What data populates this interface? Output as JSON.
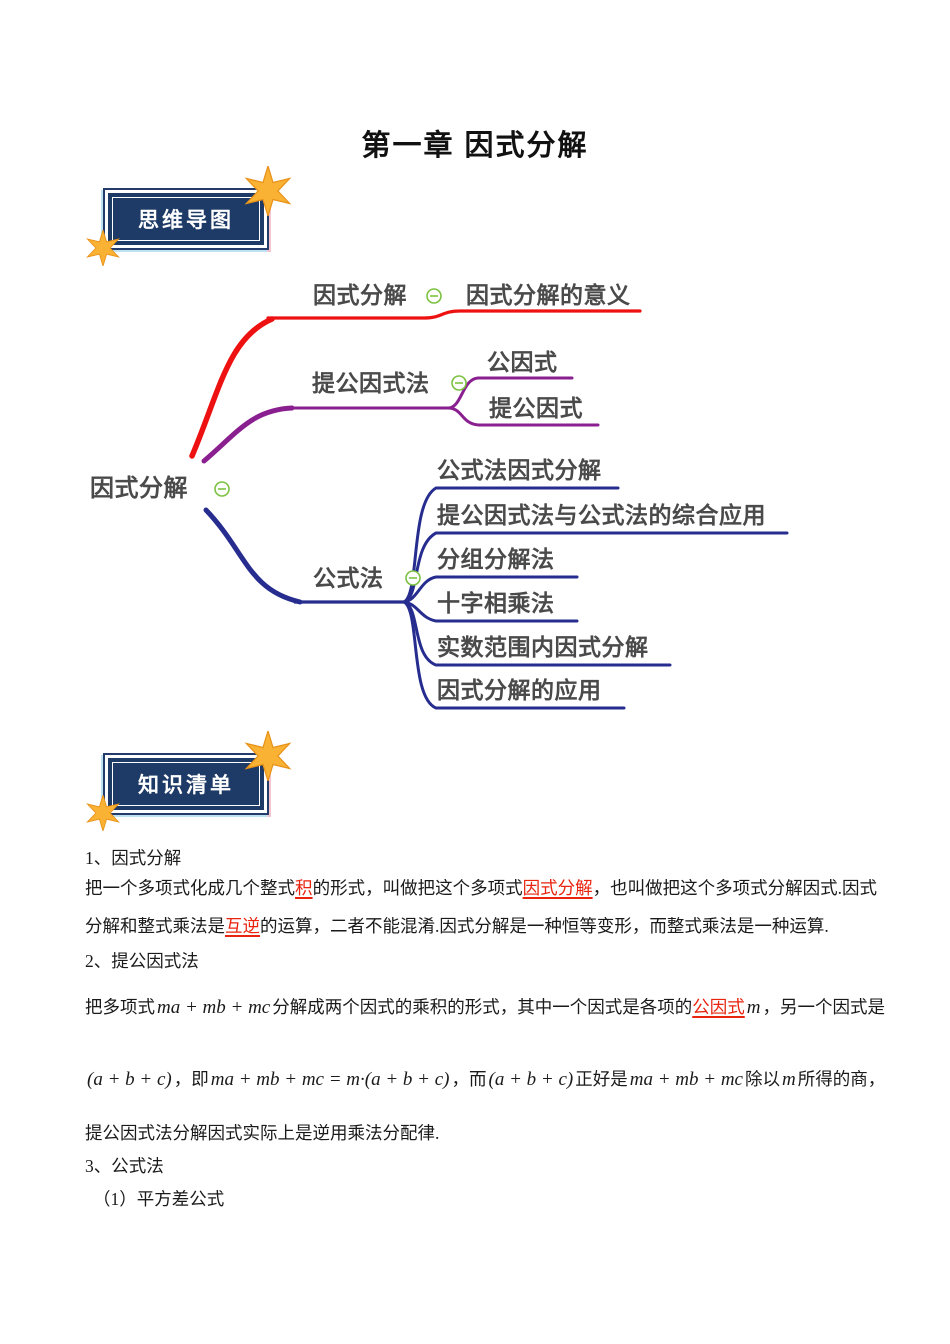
{
  "page": {
    "title": "第一章 因式分解"
  },
  "badges": {
    "mindmap_label": "思维导图",
    "knowledge_label": "知识清单"
  },
  "colors": {
    "badge_bg": "#1e3a66",
    "star_gold": "#f9b233",
    "star_edge": "#e8921a",
    "branch_red": "#ee1111",
    "branch_purple": "#8a1f8f",
    "branch_navy": "#262d8f",
    "collapse_green": "#7cc142",
    "highlight_red": "#e8230e"
  },
  "mindmap": {
    "root": "因式分解",
    "branches": [
      {
        "label": "因式分解",
        "color": "#ee1111",
        "children": [
          "因式分解的意义"
        ]
      },
      {
        "label": "提公因式法",
        "color": "#8a1f8f",
        "children": [
          "公因式",
          "提公因式"
        ]
      },
      {
        "label": "公式法",
        "color": "#262d8f",
        "children": [
          "公式法因式分解",
          "提公因式法与公式法的综合应用",
          "分组分解法",
          "十字相乘法",
          "实数范围内因式分解",
          "因式分解的应用"
        ]
      }
    ],
    "collapse_glyph": "−"
  },
  "content": {
    "s1_head": "1、因式分解",
    "p1": [
      {
        "t": "把一个多项式化成几个整式"
      },
      {
        "t": "积",
        "s": "hl"
      },
      {
        "t": "的形式，叫做把这个多项式"
      },
      {
        "t": "因式分解",
        "s": "hl"
      },
      {
        "t": "，也叫做把这个多项式分解因式.因式分解和整式乘法是"
      },
      {
        "t": "互逆",
        "s": "hl"
      },
      {
        "t": "的运算，二者不能混淆.因式分解是一种恒等变形，而整式乘法是一种运算."
      }
    ],
    "s2_head": "2、提公因式法",
    "p2": [
      {
        "t": "把多项式"
      },
      {
        "t": "ma + mb + mc",
        "s": "m"
      },
      {
        "t": "分解成两个因式的乘积的形式，其中一个因式是各项的"
      },
      {
        "t": "公因式",
        "s": "hl"
      },
      {
        "t": "m",
        "s": "m"
      },
      {
        "t": "，另一个因式是"
      }
    ],
    "p3": [
      {
        "t": "(a + b + c)",
        "s": "m"
      },
      {
        "t": "，即"
      },
      {
        "t": "ma + mb + mc = m·(a + b + c)",
        "s": "m"
      },
      {
        "t": "，而"
      },
      {
        "t": "(a + b + c)",
        "s": "m"
      },
      {
        "t": "正好是"
      },
      {
        "t": "ma + mb + mc",
        "s": "m"
      },
      {
        "t": "除以"
      },
      {
        "t": "m",
        "s": "m"
      },
      {
        "t": "所得的商，"
      }
    ],
    "p4": "提公因式法分解因式实际上是逆用乘法分配律.",
    "s3_head": "3、公式法",
    "s3_sub1": "（1）平方差公式"
  }
}
